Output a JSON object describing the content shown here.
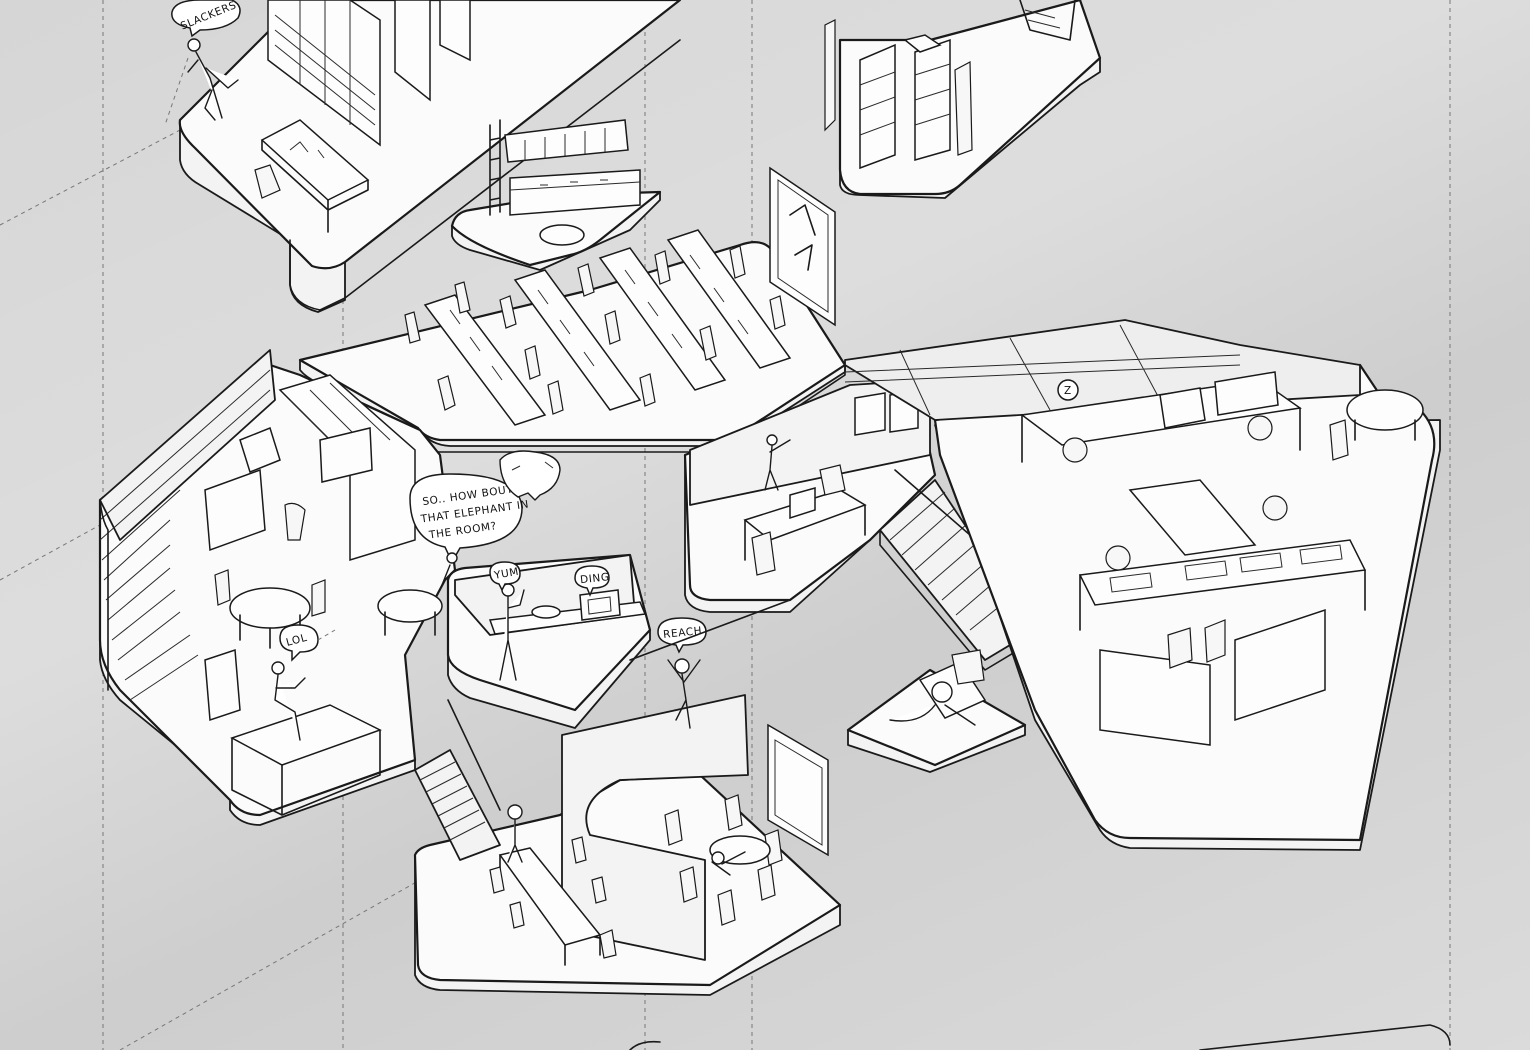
{
  "speech_bubbles": {
    "slackers": "SLACKERS",
    "elephant_line1": "SO.. HOW BOUT",
    "elephant_line2": "THAT ELEPHANT IN",
    "elephant_line3": "THE ROOM?",
    "yum": "YUM",
    "ding": "DING",
    "reach": "REACH",
    "lol": "LOL",
    "snore": "Z"
  },
  "colors": {
    "background": "#d6d6d6",
    "ink": "#1a1a1a",
    "paper": "#fbfbfb"
  }
}
